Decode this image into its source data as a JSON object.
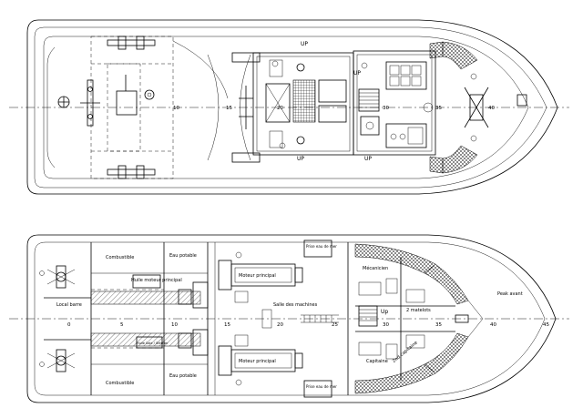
{
  "upper_deck": {
    "frame_numbers": [
      "10",
      "15",
      "20",
      "30",
      "35",
      "40"
    ],
    "up_labels": [
      "UP",
      "UP",
      "UP",
      "UP"
    ]
  },
  "lower_deck": {
    "frame_numbers": [
      "0",
      "5",
      "10",
      "15",
      "20",
      "25",
      "30",
      "35",
      "40",
      "45"
    ],
    "labels": {
      "local_barre": "Local barre",
      "combustible_top": "Combustible",
      "combustible_bottom": "Combustible",
      "eau_potable_top": "Eau potable",
      "eau_potable_bottom": "Eau potable",
      "huile_moteur": "Huile\nmoteur principal",
      "huile_sale": "Huile\nSale / Stérilier",
      "moteur_top": "Moteur principal",
      "moteur_bottom": "Moteur principal",
      "salle_machines": "Salle des machines",
      "prise_top": "Prise\neau de mer",
      "prise_bottom": "Prise\neau de mer",
      "mecanicien": "Mécanicien",
      "matelots": "2 matelots",
      "capitaine": "Capitaine",
      "second_capitaine": "2nd capitaine",
      "peak_avant": "Peak avant"
    },
    "up_label": "Up"
  }
}
